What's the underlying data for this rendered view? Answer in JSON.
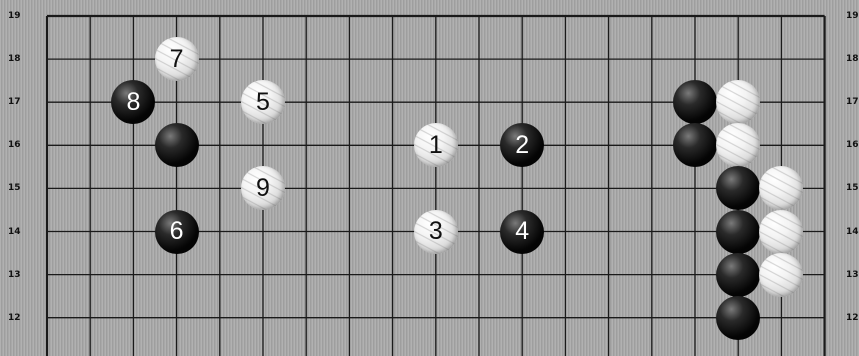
{
  "board": {
    "row_labels": [
      "19",
      "18",
      "17",
      "16",
      "15",
      "14",
      "13",
      "12"
    ]
  },
  "stones": [
    {
      "color": "white",
      "col": 4,
      "row": 18,
      "label": "7"
    },
    {
      "color": "black",
      "col": 3,
      "row": 17,
      "label": "8"
    },
    {
      "color": "white",
      "col": 6,
      "row": 17,
      "label": "5"
    },
    {
      "color": "black",
      "col": 4,
      "row": 16,
      "label": ""
    },
    {
      "color": "white",
      "col": 10,
      "row": 16,
      "label": "1"
    },
    {
      "color": "black",
      "col": 12,
      "row": 16,
      "label": "2"
    },
    {
      "color": "white",
      "col": 6,
      "row": 15,
      "label": "9"
    },
    {
      "color": "black",
      "col": 4,
      "row": 14,
      "label": "6"
    },
    {
      "color": "white",
      "col": 10,
      "row": 14,
      "label": "3"
    },
    {
      "color": "black",
      "col": 12,
      "row": 14,
      "label": "4"
    },
    {
      "color": "black",
      "col": 16,
      "row": 17,
      "label": ""
    },
    {
      "color": "white",
      "col": 17,
      "row": 17,
      "label": ""
    },
    {
      "color": "black",
      "col": 16,
      "row": 16,
      "label": ""
    },
    {
      "color": "white",
      "col": 17,
      "row": 16,
      "label": ""
    },
    {
      "color": "black",
      "col": 17,
      "row": 15,
      "label": ""
    },
    {
      "color": "white",
      "col": 18,
      "row": 15,
      "label": ""
    },
    {
      "color": "black",
      "col": 17,
      "row": 14,
      "label": ""
    },
    {
      "color": "white",
      "col": 18,
      "row": 14,
      "label": ""
    },
    {
      "color": "black",
      "col": 17,
      "row": 13,
      "label": ""
    },
    {
      "color": "white",
      "col": 18,
      "row": 13,
      "label": ""
    },
    {
      "color": "black",
      "col": 17,
      "row": 12,
      "label": ""
    }
  ],
  "colors": {
    "grid_line": "#1a1a1a",
    "board": "#a8a8a8"
  }
}
